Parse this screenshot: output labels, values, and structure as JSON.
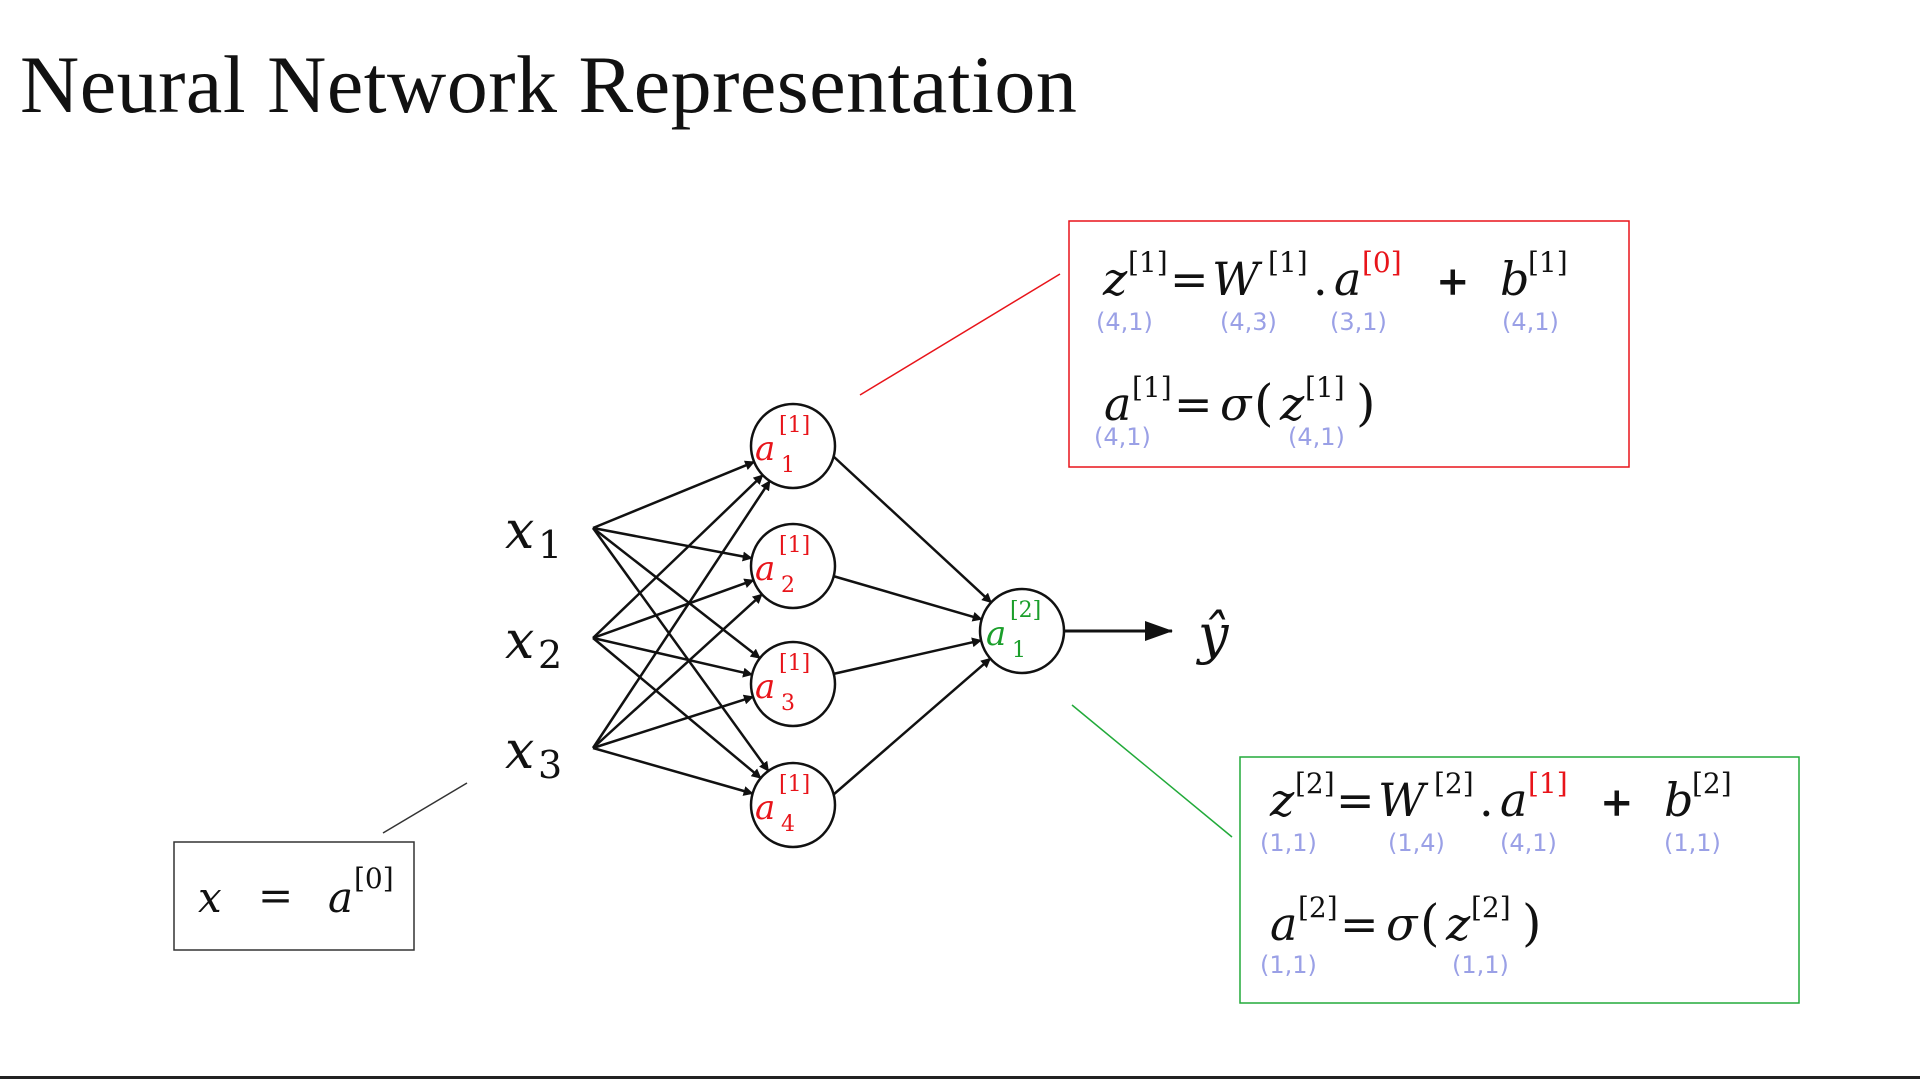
{
  "title": "Neural Network Representation",
  "colors": {
    "layer1": "#e8141a",
    "layer2": "#1a9e2a",
    "layer0_superscript": "#e8141a",
    "dimension_text": "#9aa0e6",
    "ink": "#111111",
    "box_red": "#e8141a",
    "box_green": "#22aa3a"
  },
  "inputs": [
    {
      "symbol": "x",
      "index": "1"
    },
    {
      "symbol": "x",
      "index": "2"
    },
    {
      "symbol": "x",
      "index": "3"
    }
  ],
  "hidden_layer": [
    {
      "symbol": "a",
      "index": "1",
      "superscript": "[1]"
    },
    {
      "symbol": "a",
      "index": "2",
      "superscript": "[1]"
    },
    {
      "symbol": "a",
      "index": "3",
      "superscript": "[1]"
    },
    {
      "symbol": "a",
      "index": "4",
      "superscript": "[1]"
    }
  ],
  "output_node": {
    "symbol": "a",
    "index": "1",
    "superscript": "[2]"
  },
  "output_label": "ŷ",
  "input_box": {
    "lhs": "x",
    "eq": "=",
    "rhs": "a",
    "rhs_sup": "[0]"
  },
  "layer1_box": {
    "eq1": {
      "z": "z",
      "z_sup": "[1]",
      "z_dim": "(4,1)",
      "eq": "=",
      "w": "W",
      "w_sup": "[1]",
      "w_dim": "(4,3)",
      "dot": ".",
      "a": "a",
      "a_sup": "[0]",
      "a_dim": "(3,1)",
      "plus": "+",
      "b": "b",
      "b_sup": "[1]",
      "b_dim": "(4,1)"
    },
    "eq2": {
      "a": "a",
      "a_sup": "[1]",
      "a_dim": "(4,1)",
      "eq": "=",
      "sigma": "σ",
      "open": "(",
      "z": "z",
      "z_sup": "[1]",
      "z_dim": "(4,1)",
      "close": ")"
    }
  },
  "layer2_box": {
    "eq1": {
      "z": "z",
      "z_sup": "[2]",
      "z_dim": "(1,1)",
      "eq": "=",
      "w": "W",
      "w_sup": "[2]",
      "w_dim": "(1,4)",
      "dot": ".",
      "a": "a",
      "a_sup": "[1]",
      "a_dim": "(4,1)",
      "plus": "+",
      "b": "b",
      "b_sup": "[2]",
      "b_dim": "(1,1)"
    },
    "eq2": {
      "a": "a",
      "a_sup": "[2]",
      "a_dim": "(1,1)",
      "eq": "=",
      "sigma": "σ",
      "open": "(",
      "z": "z",
      "z_sup": "[2]",
      "z_dim": "(1,1)",
      "close": ")"
    }
  }
}
